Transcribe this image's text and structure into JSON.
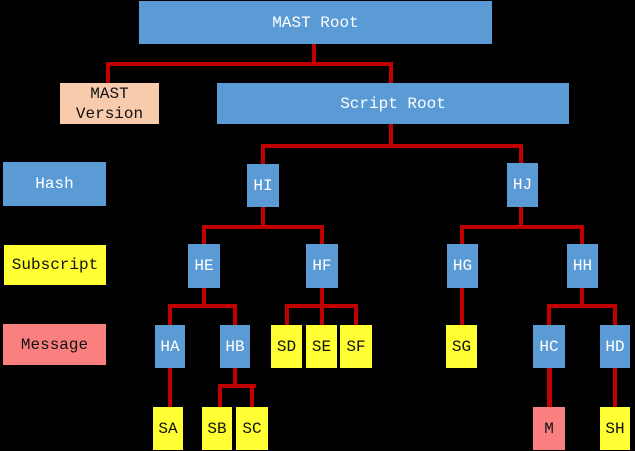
{
  "colors": {
    "background": "#000000",
    "blue": "#5b9bd5",
    "yellow": "#ffff33",
    "salmon": "#fa8080",
    "peach": "#f8cbad",
    "red": "#c00000"
  },
  "legend": {
    "hash": "Hash",
    "subscript": "Subscript",
    "message": "Message"
  },
  "nodes": {
    "mast_root": "MAST Root",
    "mast_version": "MAST Version",
    "script_root": "Script Root",
    "hi": "HI",
    "hj": "HJ",
    "he": "HE",
    "hf": "HF",
    "hg": "HG",
    "hh": "HH",
    "ha": "HA",
    "hb": "HB",
    "sd": "SD",
    "se": "SE",
    "sf": "SF",
    "sg": "SG",
    "hc": "HC",
    "hd": "HD",
    "sa": "SA",
    "sb": "SB",
    "sc": "SC",
    "m": "M",
    "sh": "SH"
  }
}
